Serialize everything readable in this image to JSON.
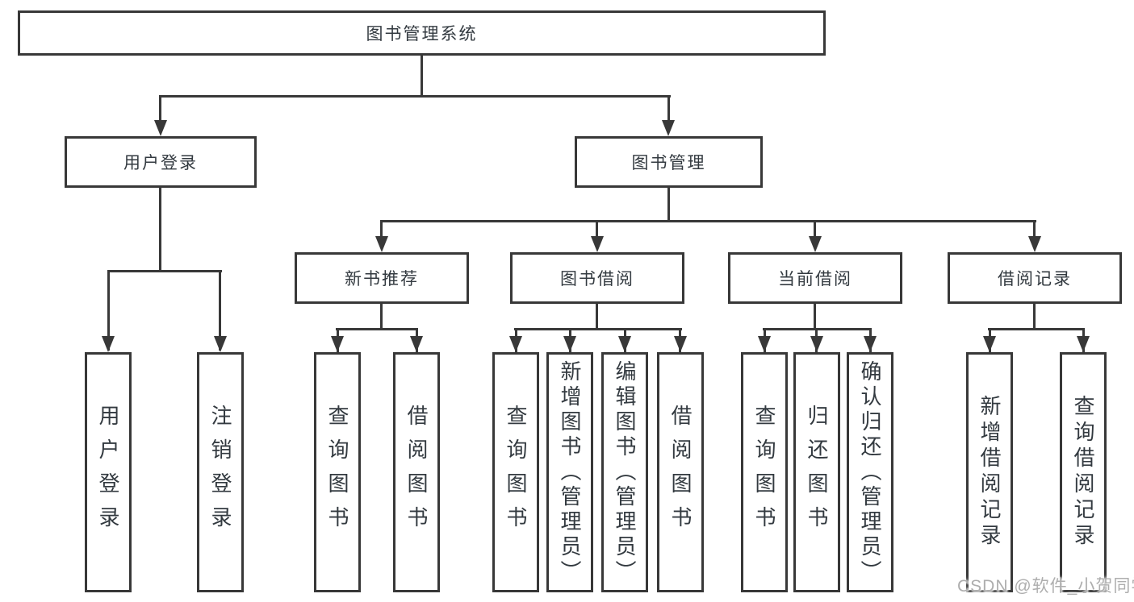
{
  "diagram_title": "图书管理系统",
  "tree": {
    "label": "图书管理系统",
    "children": [
      {
        "label": "用户登录",
        "children": [
          {
            "label": "用户登录"
          },
          {
            "label": "注销登录"
          }
        ]
      },
      {
        "label": "图书管理",
        "children": [
          {
            "label": "新书推荐",
            "children": [
              {
                "label": "查询图书"
              },
              {
                "label": "借阅图书"
              }
            ]
          },
          {
            "label": "图书借阅",
            "children": [
              {
                "label": "查询图书"
              },
              {
                "label": "新增图书（管理员）"
              },
              {
                "label": "编辑图书（管理员）"
              },
              {
                "label": "借阅图书"
              }
            ]
          },
          {
            "label": "当前借阅",
            "children": [
              {
                "label": "查询图书"
              },
              {
                "label": "归还图书"
              },
              {
                "label": "确认归还（管理员）"
              }
            ]
          },
          {
            "label": "借阅记录",
            "children": [
              {
                "label": "新增借阅记录"
              },
              {
                "label": "查询借阅记录"
              }
            ]
          }
        ]
      }
    ]
  },
  "watermark": {
    "text": "CSDN @软件_小贺同学"
  },
  "colors": {
    "line": "#383838",
    "text": "#333a40",
    "background": "#ffffff",
    "watermark": "#aeaeae"
  }
}
